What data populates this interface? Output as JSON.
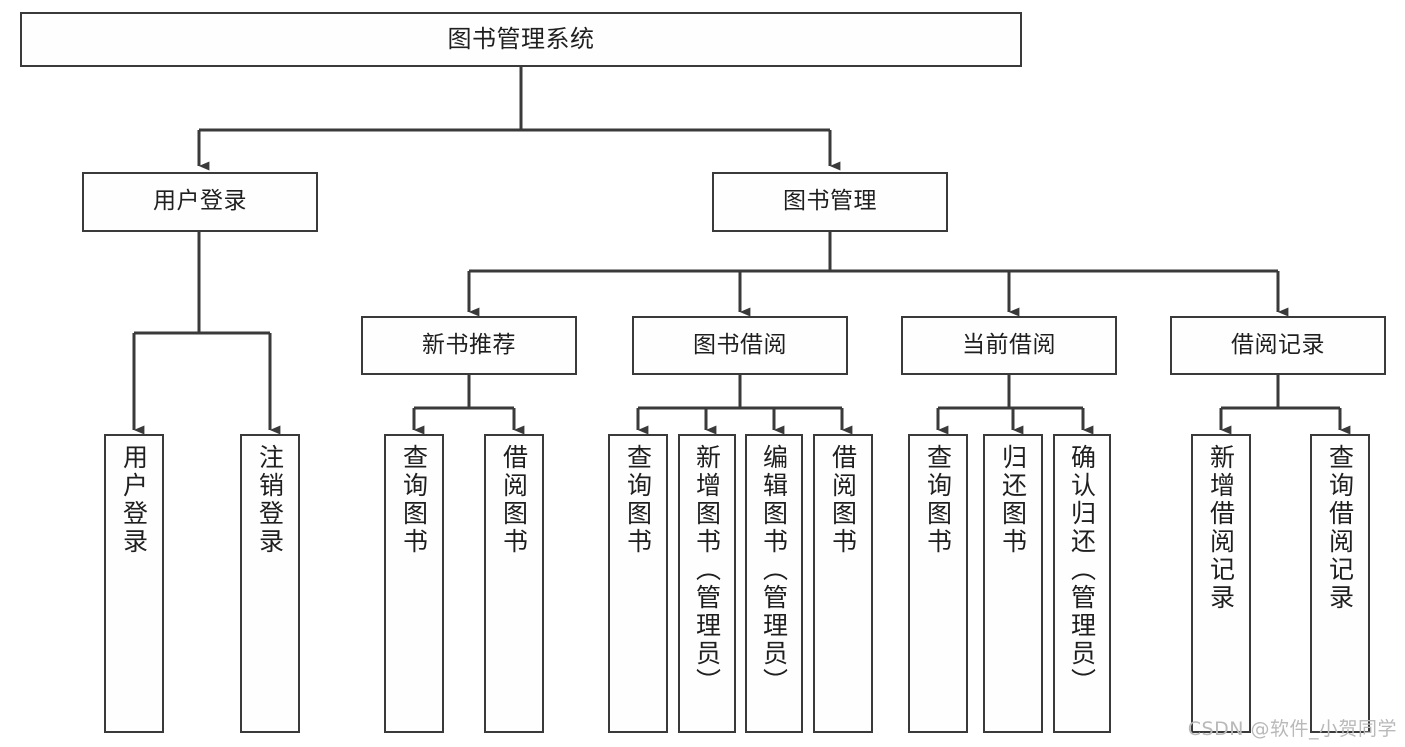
{
  "diagram": {
    "type": "hierarchy-tree",
    "title": "图书管理系统",
    "orientation": "top-down",
    "colors": {
      "box_border": "#3a3a3a",
      "box_fill": "#fefefe",
      "connector": "#3a3a3a",
      "text": "#1f1f1f",
      "watermark": "#b9b9b9"
    },
    "root": {
      "label": "图书管理系统"
    },
    "level1": [
      {
        "id": "user-login",
        "label": "用户登录"
      },
      {
        "id": "book-manage",
        "label": "图书管理"
      }
    ],
    "level2": [
      {
        "id": "new-book-rec",
        "label": "新书推荐",
        "parent": "book-manage"
      },
      {
        "id": "book-borrow",
        "label": "图书借阅",
        "parent": "book-manage"
      },
      {
        "id": "current-borrow",
        "label": "当前借阅",
        "parent": "book-manage"
      },
      {
        "id": "borrow-record",
        "label": "借阅记录",
        "parent": "book-manage"
      }
    ],
    "leaves": {
      "user_login": [
        {
          "id": "leaf-user-login",
          "label": "用户登录"
        },
        {
          "id": "leaf-user-logout",
          "label": "注销登录"
        }
      ],
      "new_book_rec": [
        {
          "id": "leaf-query-book-1",
          "label": "查询图书"
        },
        {
          "id": "leaf-borrow-book-1",
          "label": "借阅图书"
        }
      ],
      "book_borrow": [
        {
          "id": "leaf-query-book-2",
          "label": "查询图书"
        },
        {
          "id": "leaf-add-book",
          "label": "新增图书（管理员）"
        },
        {
          "id": "leaf-edit-book",
          "label": "编辑图书（管理员）"
        },
        {
          "id": "leaf-borrow-book-2",
          "label": "借阅图书"
        }
      ],
      "current_borrow": [
        {
          "id": "leaf-query-book-3",
          "label": "查询图书"
        },
        {
          "id": "leaf-return-book",
          "label": "归还图书"
        },
        {
          "id": "leaf-confirm-return",
          "label": "确认归还（管理员）"
        }
      ],
      "borrow_record": [
        {
          "id": "leaf-add-record",
          "label": "新增借阅记录"
        },
        {
          "id": "leaf-query-record",
          "label": "查询借阅记录"
        }
      ]
    },
    "watermark": "CSDN @软件_小贺同学"
  }
}
